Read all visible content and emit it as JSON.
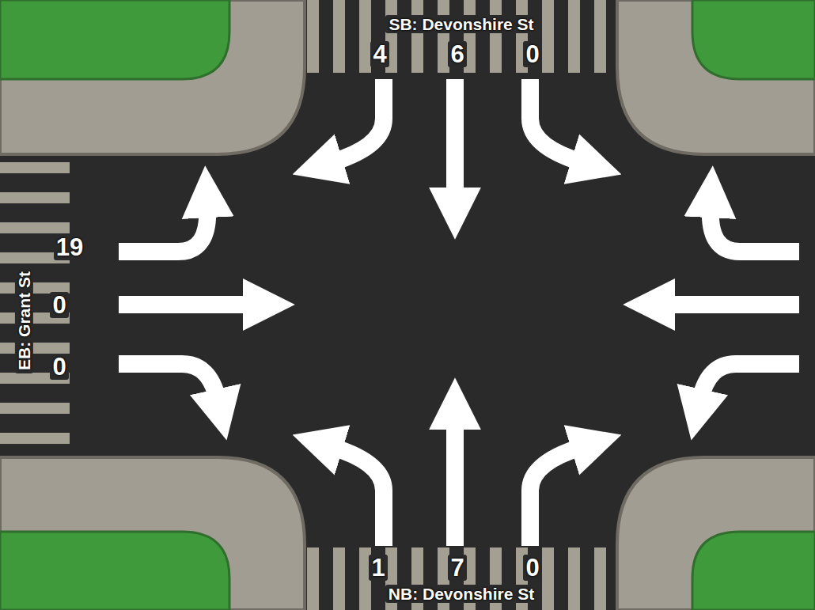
{
  "diagram": {
    "labels": [
      "SB: Devonshire St",
      "4",
      "6",
      "0",
      "19",
      "0",
      "0",
      "EB: Grant St",
      "1",
      "7",
      "0",
      "NB: Devonshire St"
    ]
  }
}
